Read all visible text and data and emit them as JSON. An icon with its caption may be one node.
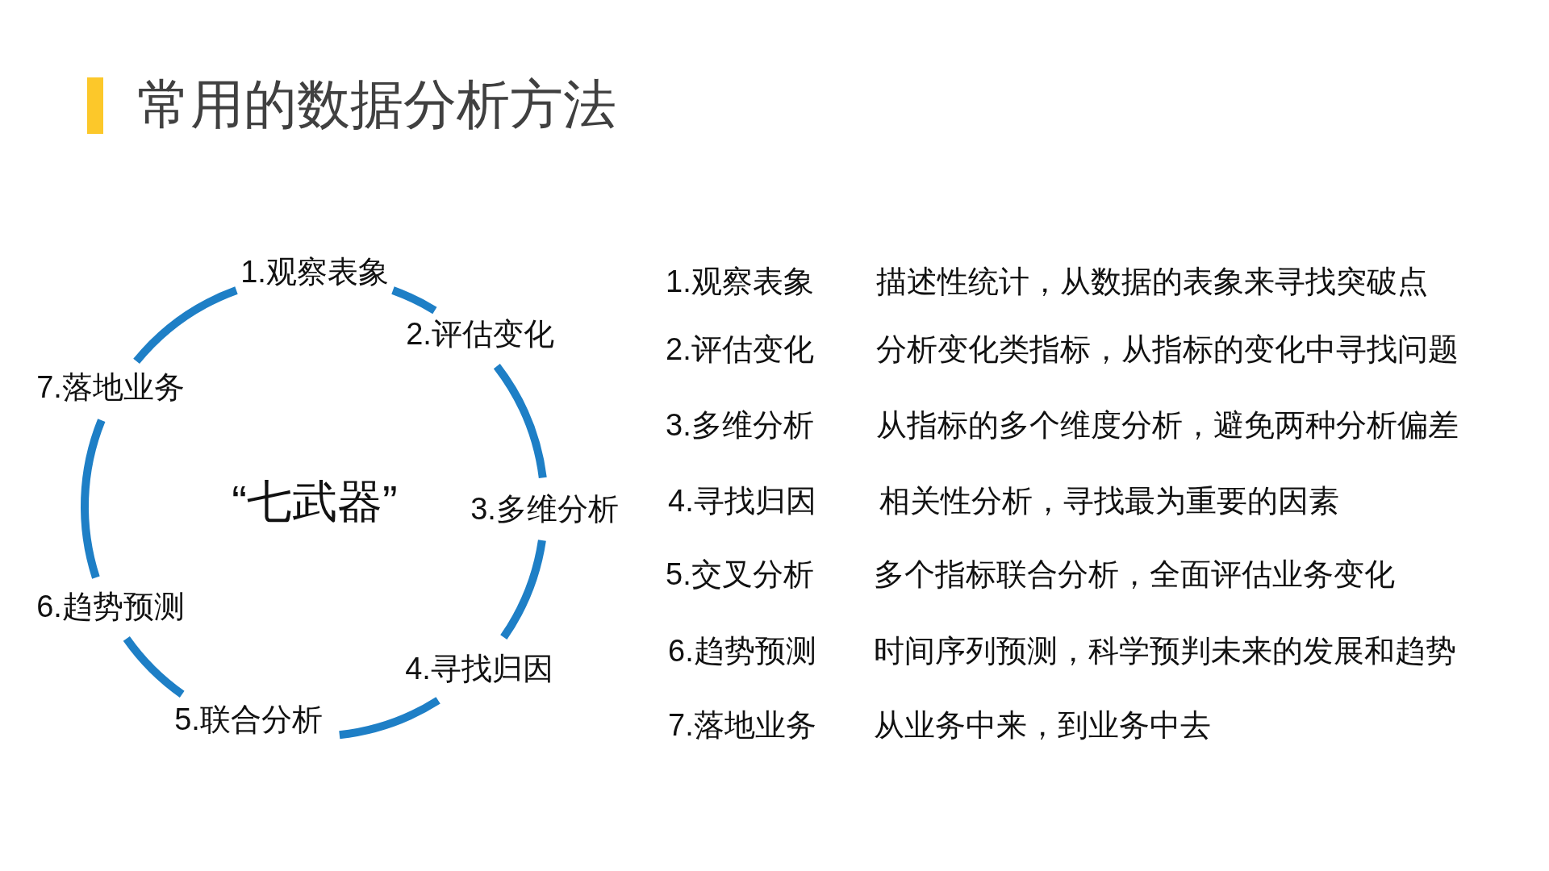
{
  "diagram": {
    "title": "常用的数据分析方法",
    "nodes": [
      {
        "text": [
          "1.观察表象"
        ]
      },
      {
        "text": [
          "2.评估变化"
        ]
      },
      {
        "text": [
          "3.多维分析"
        ]
      },
      {
        "text": [
          "4.寻找归因"
        ]
      },
      {
        "text": [
          "5.联合分析"
        ]
      },
      {
        "text": [
          "6.趋势预测"
        ]
      },
      {
        "text": [
          "7.落地业务"
        ]
      }
    ],
    "edges": [
      {
        "from": 0,
        "to": 1,
        "arrow": "none"
      },
      {
        "from": 1,
        "to": 2,
        "arrow": "none"
      },
      {
        "from": 2,
        "to": 3,
        "arrow": "none"
      },
      {
        "from": 3,
        "to": 4,
        "arrow": "none"
      },
      {
        "from": 4,
        "to": 5,
        "arrow": "none"
      },
      {
        "from": 5,
        "to": 6,
        "arrow": "none"
      },
      {
        "from": 6,
        "to": 0,
        "arrow": "none"
      }
    ],
    "labels": [
      "“七武器”",
      "1.观察表象",
      "描述性统计，从数据的表象来寻找突破点",
      "2.评估变化",
      "分析变化类指标，从指标的变化中寻找问题",
      "3.多维分析",
      "从指标的多个维度分析，避免两种分析偏差",
      "4.寻找归因",
      "相关性分析，寻找最为重要的因素",
      "5.交叉分析",
      "多个指标联合分析，全面评估业务变化",
      "6.趋势预测",
      "时间序列预测，科学预判未来的发展和趋势",
      "7.落地业务",
      "从业务中来，到业务中去"
    ]
  }
}
